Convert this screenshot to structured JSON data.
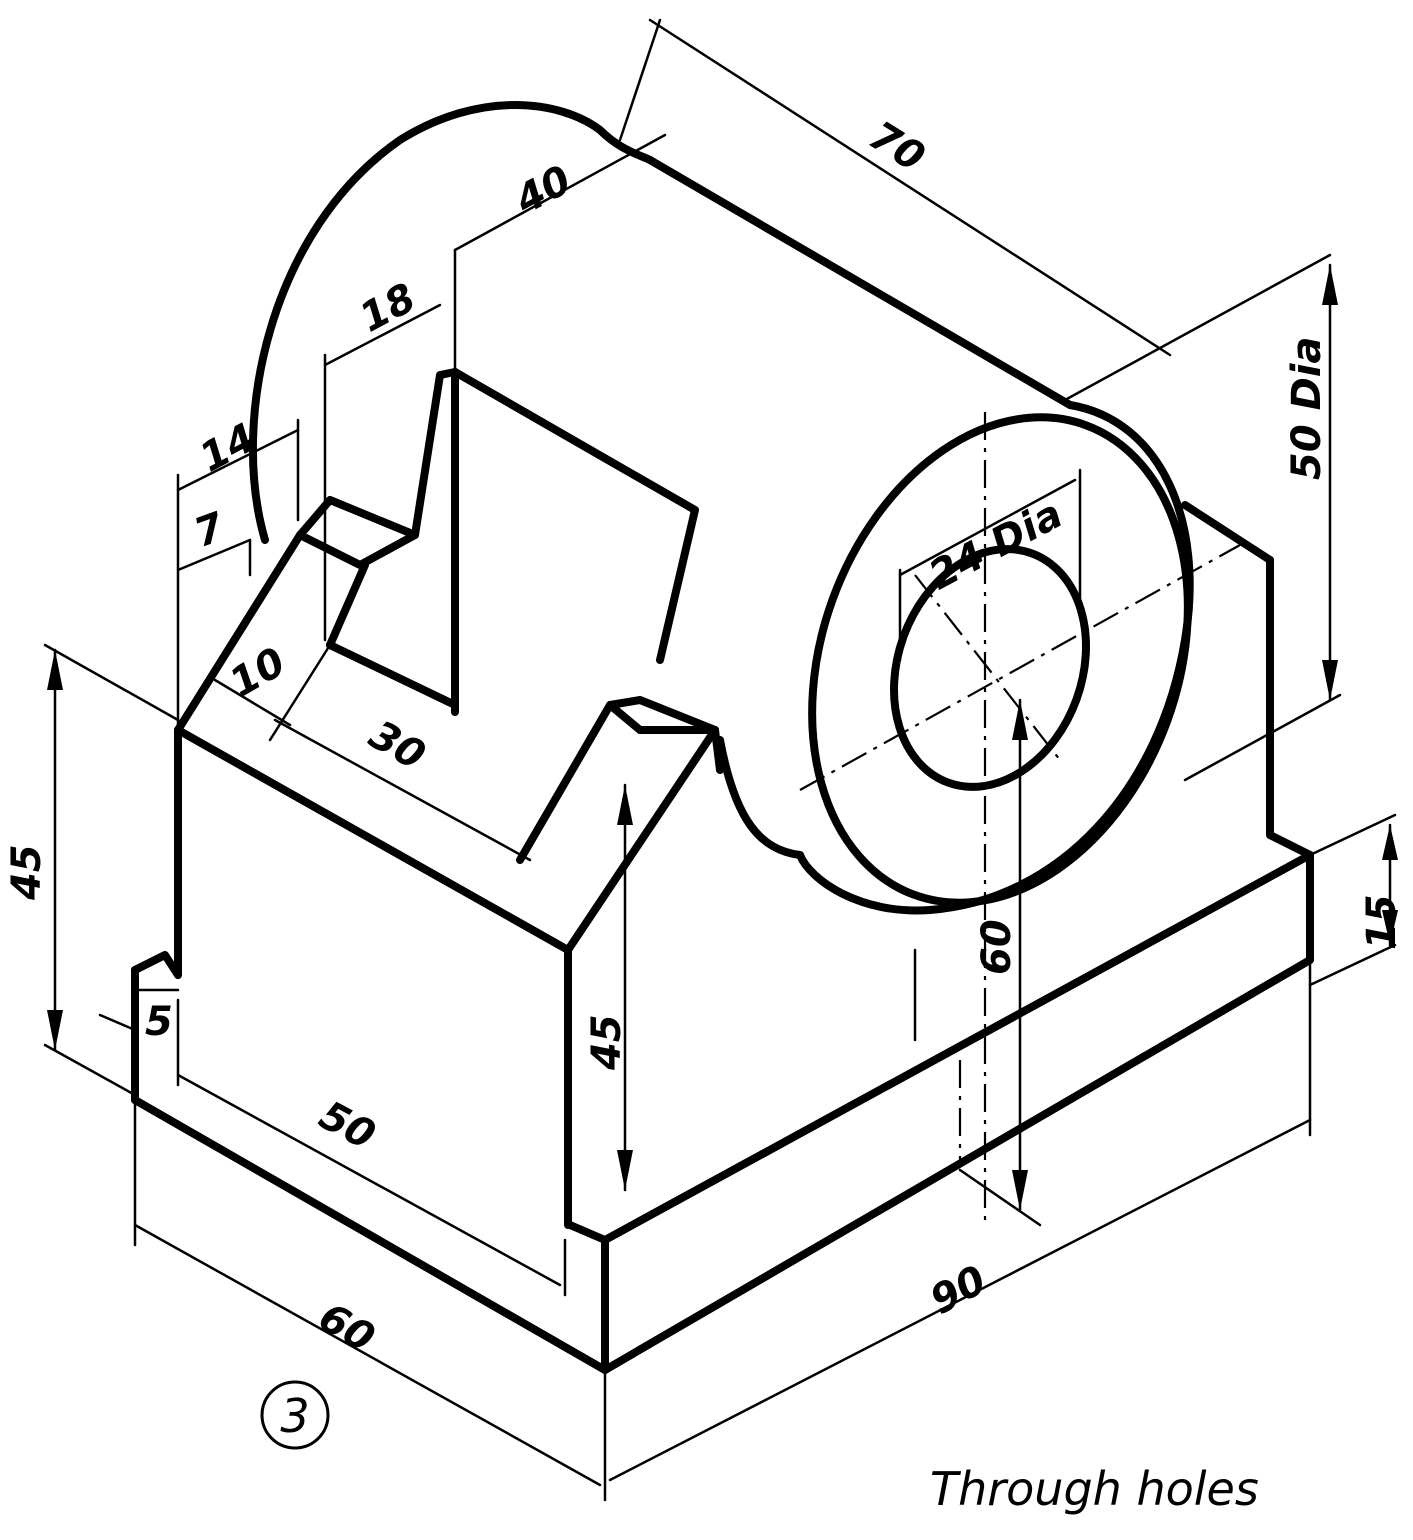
{
  "figure_number": "3",
  "note": "Through holes",
  "dimensions": {
    "overall_length": "90",
    "overall_width": "60",
    "top_length": "70",
    "boss_diameter": "50 Dia",
    "hole_diameter": "24 Dia",
    "boss_center_height": "60",
    "base_height": "15",
    "block_height_left": "45",
    "block_height_front": "45",
    "block_length": "50",
    "slot_depth": "5",
    "upright_length": "40",
    "step_18": "18",
    "step_14": "14",
    "step_7": "7",
    "slot_width": "10",
    "slot_length": "30"
  }
}
